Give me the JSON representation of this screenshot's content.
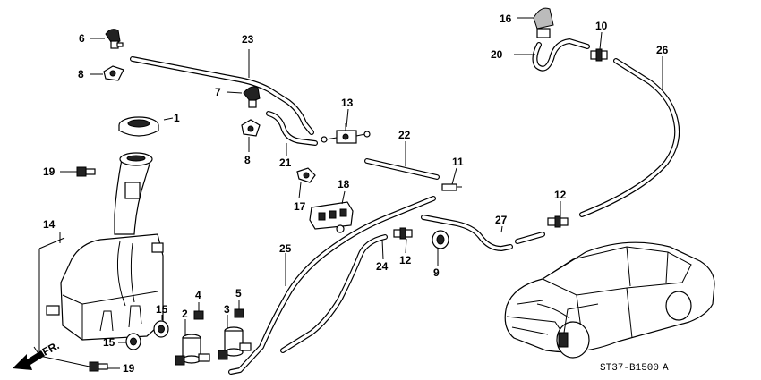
{
  "callouts": {
    "c1": "1",
    "c2": "2",
    "c3": "3",
    "c4": "4",
    "c5": "5",
    "c6": "6",
    "c7": "7",
    "c8a": "8",
    "c8b": "8",
    "c9": "9",
    "c10": "10",
    "c11": "11",
    "c12a": "12",
    "c12b": "12",
    "c13": "13",
    "c14": "14",
    "c15a": "15",
    "c15b": "15",
    "c16": "16",
    "c17": "17",
    "c18": "18",
    "c19a": "19",
    "c19b": "19",
    "c20": "20",
    "c21": "21",
    "c22": "22",
    "c23": "23",
    "c24": "24",
    "c25": "25",
    "c26": "26",
    "c27": "27"
  },
  "direction_label": "FR.",
  "diagram_code": "ST37-B1500",
  "diagram_code_suffix": "A"
}
